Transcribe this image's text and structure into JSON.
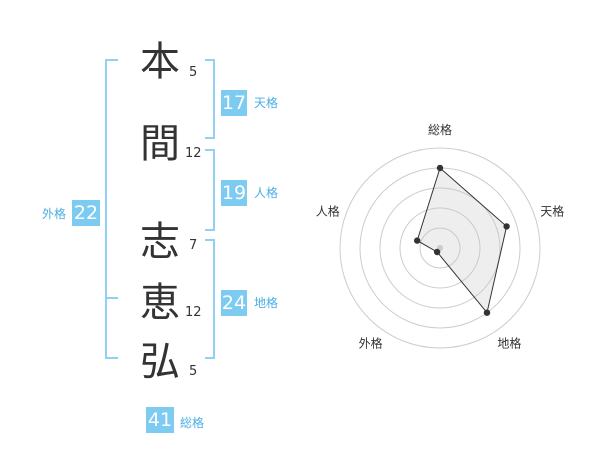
{
  "name": {
    "chars": [
      {
        "char": "本",
        "strokes": "5"
      },
      {
        "char": "間",
        "strokes": "12"
      },
      {
        "char": "志",
        "strokes": "7"
      },
      {
        "char": "恵",
        "strokes": "12"
      },
      {
        "char": "弘",
        "strokes": "5"
      }
    ]
  },
  "fortune": {
    "tenkaku": {
      "value": "17",
      "label": "天格"
    },
    "jinkaku": {
      "value": "19",
      "label": "人格"
    },
    "chikaku": {
      "value": "24",
      "label": "地格"
    },
    "gaikaku": {
      "value": "22",
      "label": "外格"
    },
    "soukaku": {
      "value": "41",
      "label": "総格"
    }
  },
  "colors": {
    "accent": "#7ecbf2",
    "accent_text": "#4aaee5",
    "bracket": "#8fd0f3",
    "text": "#333333"
  },
  "chart_data": {
    "type": "radar",
    "axes": [
      "総格",
      "天格",
      "地格",
      "外格",
      "人格"
    ],
    "values": [
      4,
      3.5,
      4,
      0.25,
      1.2
    ],
    "rlim": [
      0,
      5
    ],
    "grid": true
  }
}
